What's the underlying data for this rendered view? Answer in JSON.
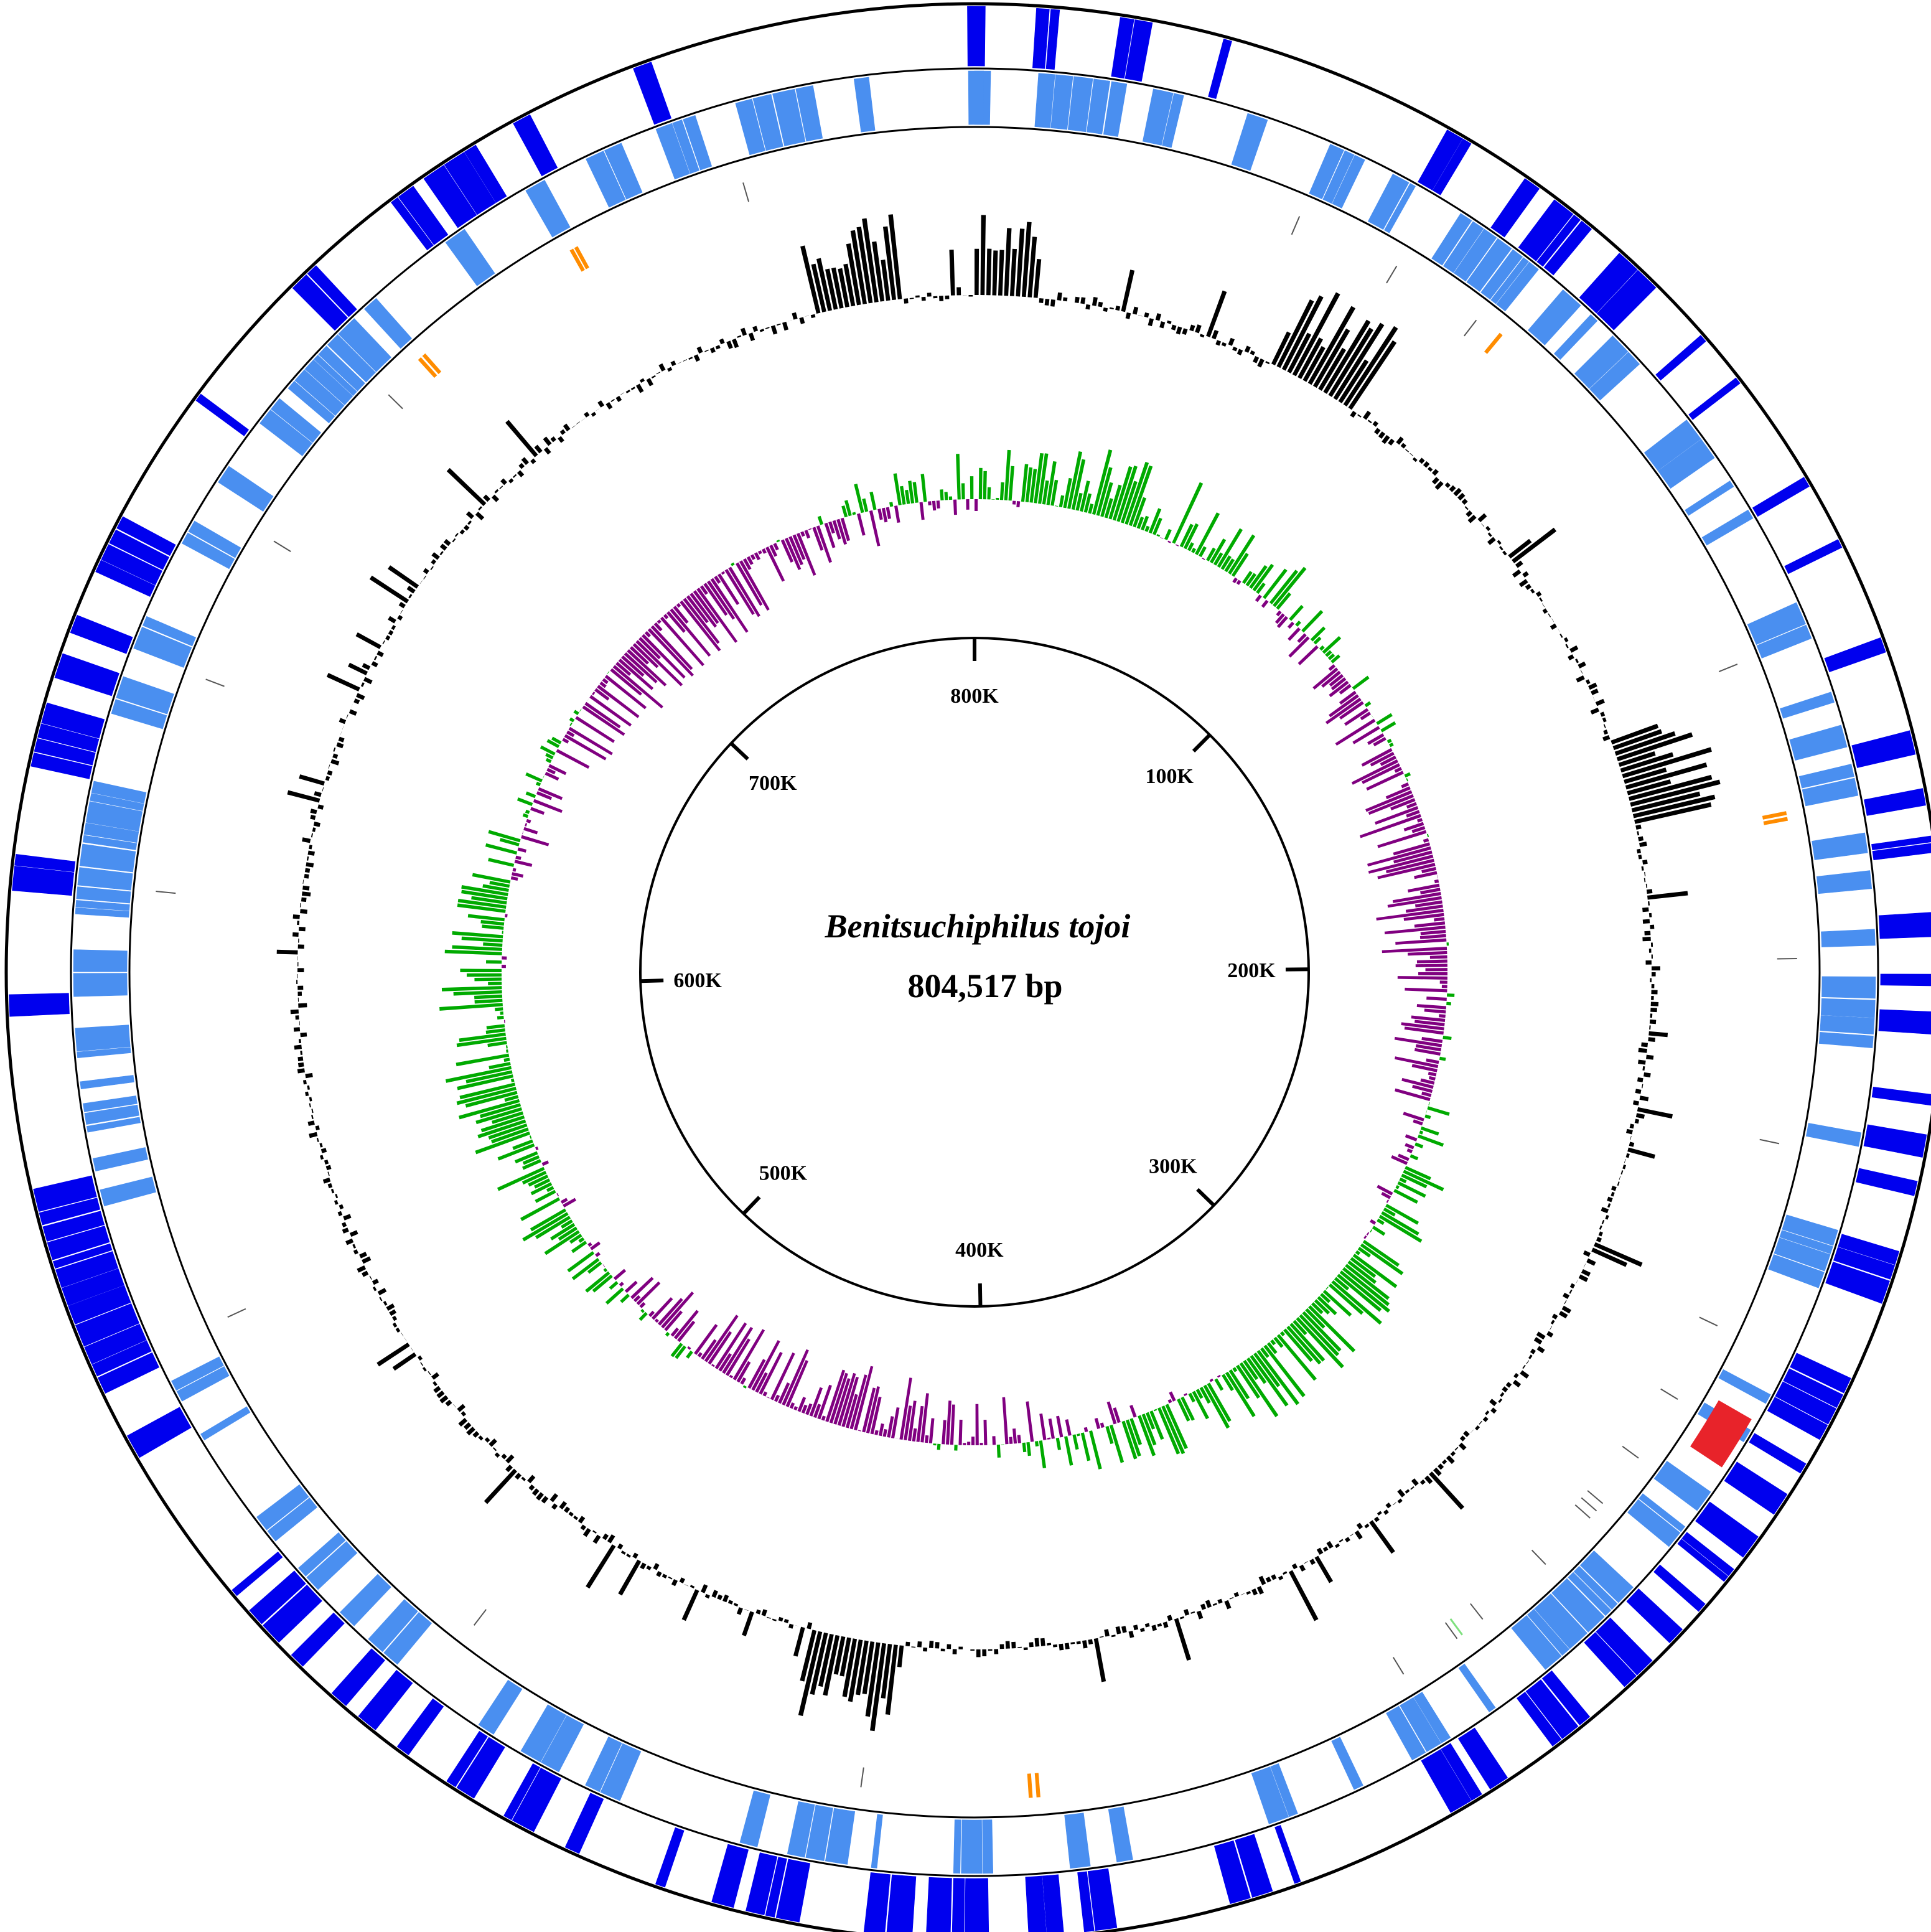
{
  "title": {
    "organism": "Benitsuchiphilus tojoi",
    "size_label": "804,517 bp"
  },
  "genome": {
    "length_bp": 804517
  },
  "scale": {
    "ticks": [
      {
        "pos": 0,
        "label": "800K"
      },
      {
        "pos": 100000,
        "label": "100K"
      },
      {
        "pos": 200000,
        "label": "200K"
      },
      {
        "pos": 300000,
        "label": "300K"
      },
      {
        "pos": 400000,
        "label": "400K"
      },
      {
        "pos": 500000,
        "label": "500K"
      },
      {
        "pos": 600000,
        "label": "600K"
      },
      {
        "pos": 700000,
        "label": "700K"
      }
    ]
  },
  "colors": {
    "cds_forward": "#0000ee",
    "cds_reverse": "#4a8ff0",
    "rrna": "#ff8c00",
    "trna": "#555555",
    "trna_highlight": "#7ee07e",
    "other_feature": "#e8232a",
    "gc_content": "#000000",
    "gc_skew_positive": "#00aa00",
    "gc_skew_negative": "#800080",
    "outline": "#000000"
  },
  "features": {
    "rrna_positions": [
      88000,
      176000,
      176900,
      392000,
      393200,
      710000,
      710900,
      739000,
      739800
    ],
    "trna_positions": [
      52000,
      69000,
      84000,
      152000,
      199000,
      228000,
      258000,
      271000,
      282000,
      291000,
      292500,
      294000,
      304000,
      317000,
      322000,
      332000,
      420000,
      486000,
      548000,
      616000,
      650000,
      674000,
      703000,
      768000
    ],
    "trna_highlight_positions": [
      321000
    ],
    "other_feature_ranges": [
      [
        268000,
        276000
      ]
    ]
  }
}
